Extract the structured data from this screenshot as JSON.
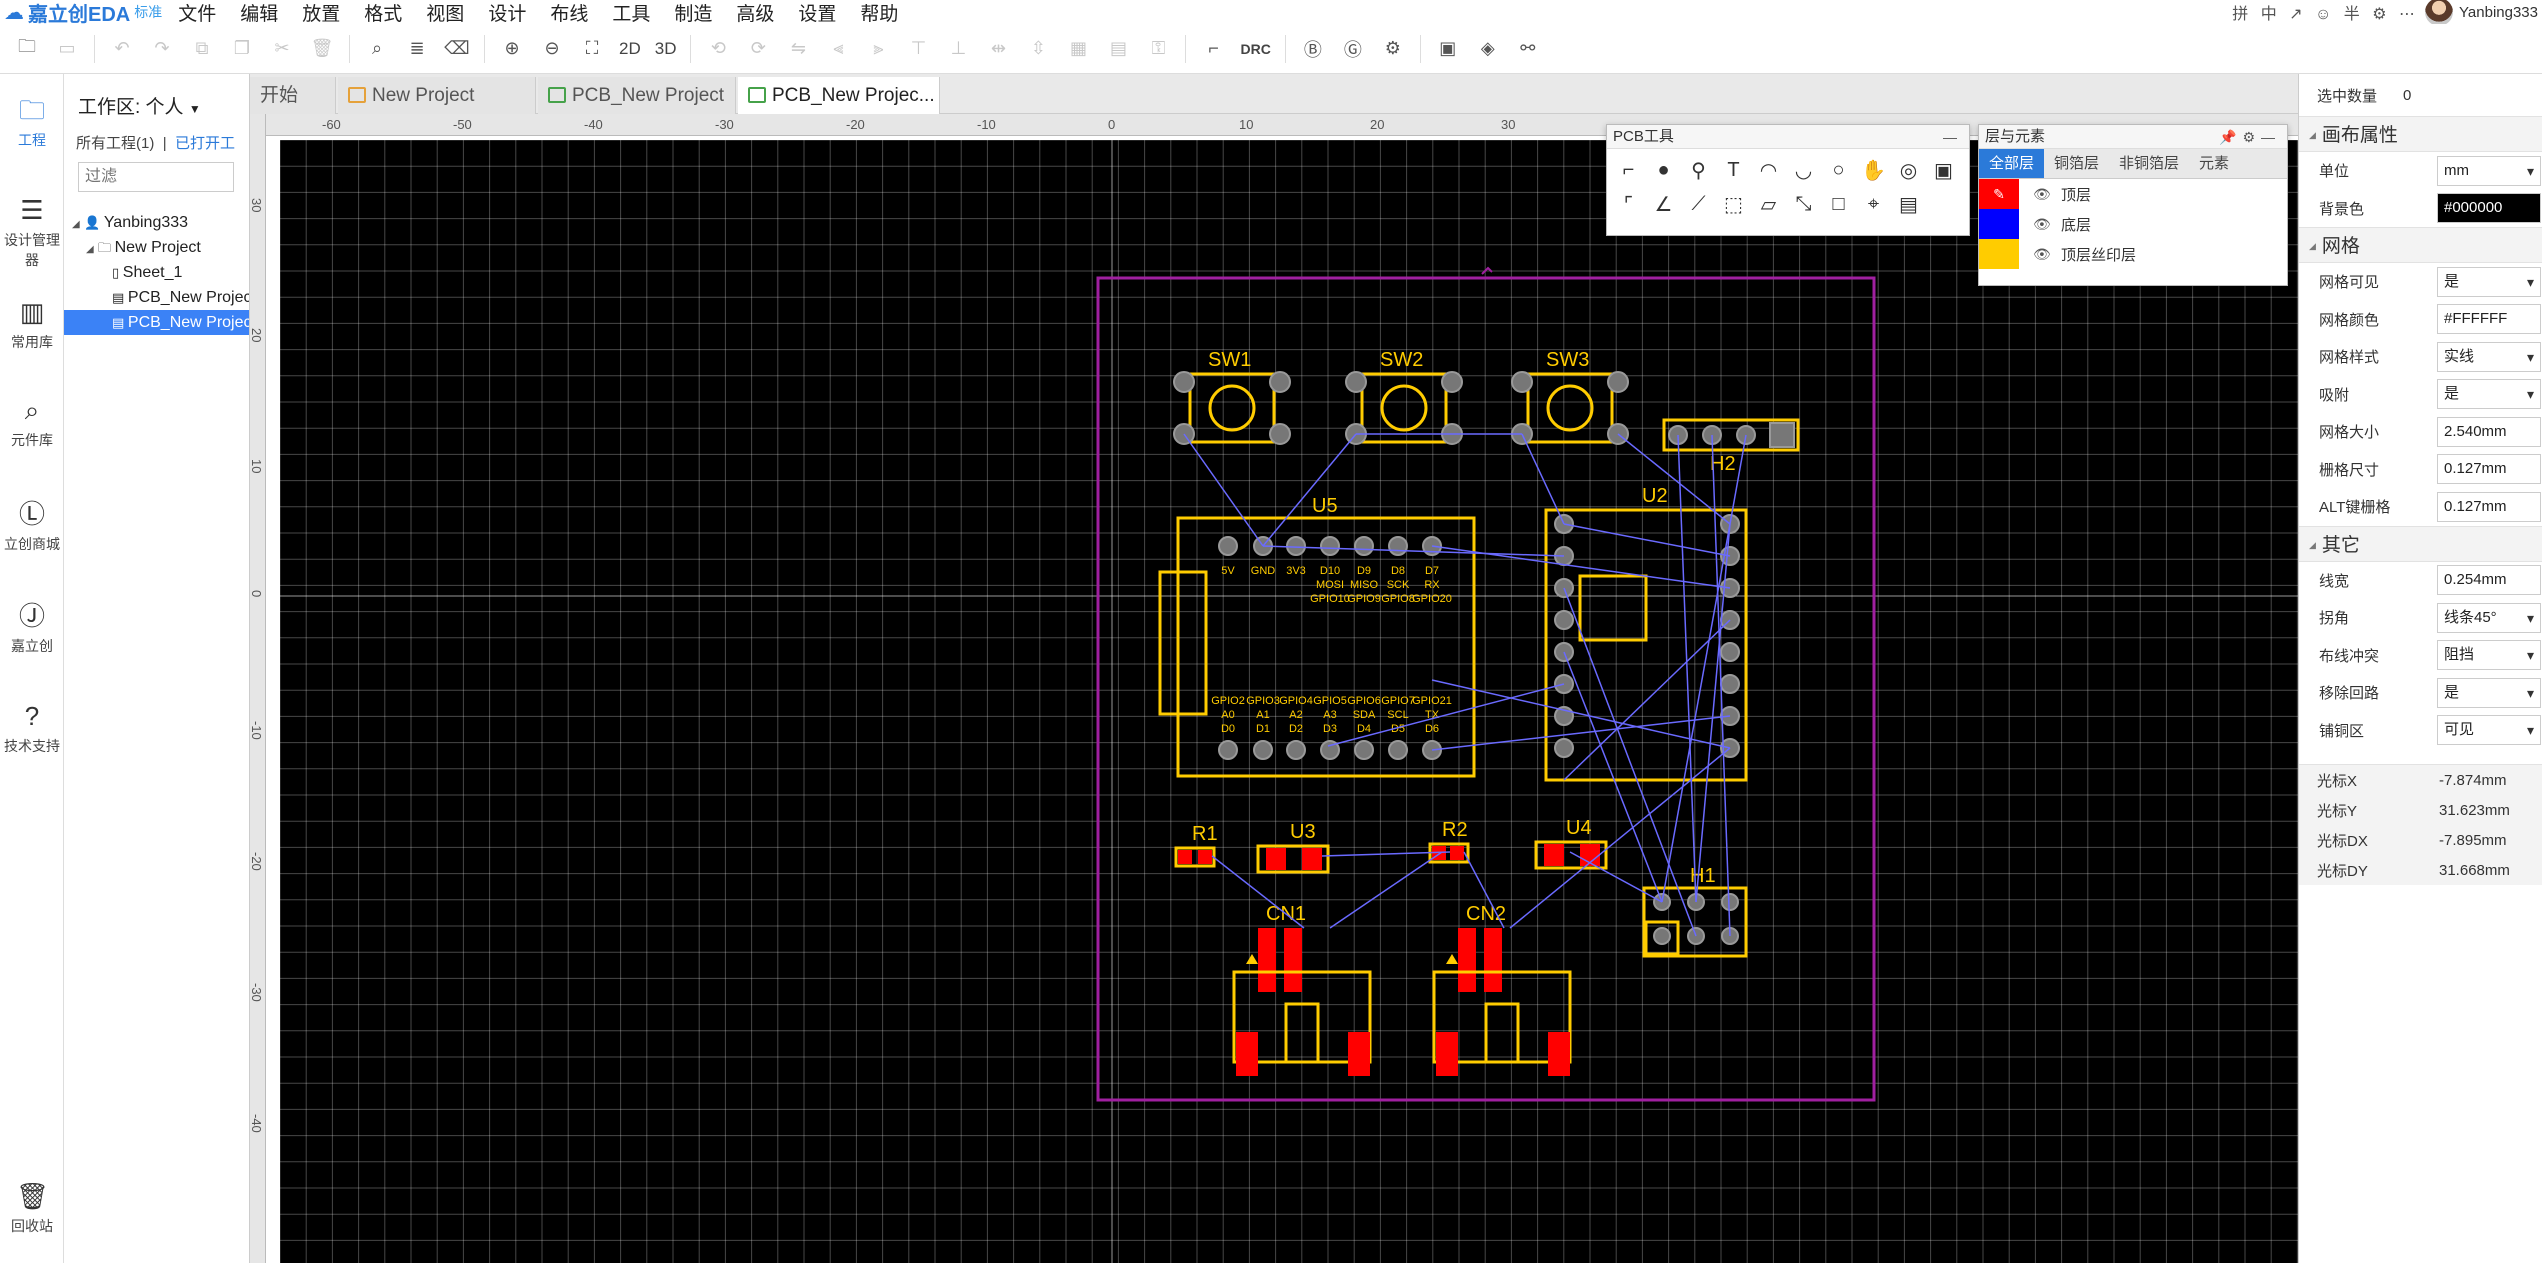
{
  "app": {
    "logo_text": "嘉立创EDA",
    "edition": "标准",
    "menu": [
      "文件",
      "编辑",
      "放置",
      "格式",
      "视图",
      "设计",
      "布线",
      "工具",
      "制造",
      "高级",
      "设置",
      "帮助"
    ],
    "user": "Yanbing333",
    "ime_status": "拼 中 ↗ ☺ 半 ⚙ ⋯"
  },
  "toolbar": {
    "btn_2d": "2D",
    "btn_3d": "3D",
    "btn_drc": "DRC"
  },
  "leftbar": [
    {
      "label": "工程",
      "icon": "folder-icon"
    },
    {
      "label": "设计管理器",
      "icon": "design-manager-icon"
    },
    {
      "label": "常用库",
      "icon": "common-library-icon"
    },
    {
      "label": "元件库",
      "icon": "component-search-icon"
    },
    {
      "label": "立创商城",
      "icon": "lcsc-icon"
    },
    {
      "label": "嘉立创",
      "icon": "jlc-icon"
    },
    {
      "label": "技术支持",
      "icon": "help-icon"
    },
    {
      "label": "回收站",
      "icon": "trash-icon"
    }
  ],
  "project": {
    "workspace": "工作区: 个人",
    "all_projects": "所有工程(1)",
    "separator": "|",
    "opened": "已打开工",
    "filter_placeholder": "过滤",
    "tree": [
      {
        "label": "Yanbing333",
        "level": 0
      },
      {
        "label": "New Project",
        "level": 1
      },
      {
        "label": "Sheet_1",
        "level": 2
      },
      {
        "label": "PCB_New Project",
        "level": 2
      },
      {
        "label": "PCB_New Project",
        "level": 2
      }
    ]
  },
  "tabs": [
    {
      "label": "开始"
    },
    {
      "label": "New Project"
    },
    {
      "label": "PCB_New Project"
    },
    {
      "label": "PCB_New Projec..."
    }
  ],
  "ruler": {
    "top": [
      "-60",
      "-50",
      "-40",
      "-30",
      "-20",
      "-10",
      "0",
      "10",
      "20",
      "30"
    ],
    "left": [
      "30",
      "20",
      "10",
      "0",
      "-10",
      "-20",
      "-30",
      "-40"
    ]
  },
  "pcb_tools": {
    "title": "PCB工具",
    "icons": [
      "wire-icon",
      "via-icon",
      "pad-icon",
      "text-icon",
      "arc-icon",
      "arc-ccw-icon",
      "circle-icon",
      "hand-icon",
      "hole-icon",
      "image-icon",
      "track-corner-icon",
      "dimension-icon",
      "connect-icon",
      "copper-area-icon",
      "solid-region-icon",
      "split-icon",
      "rect-icon",
      "canvas-origin-icon",
      "photo-icon"
    ]
  },
  "layers": {
    "title": "层与元素",
    "tabs": [
      "全部层",
      "铜箔层",
      "非铜箔层",
      "元素"
    ],
    "rows": [
      {
        "name": "顶层",
        "color": "#FF0000"
      },
      {
        "name": "底层",
        "color": "#0000FF"
      },
      {
        "name": "顶层丝印层",
        "color": "#FFCC00"
      }
    ]
  },
  "pcb": {
    "labels": [
      "SW1",
      "SW2",
      "SW3",
      "H2",
      "U5",
      "U2",
      "R1",
      "U3",
      "R2",
      "U4",
      "H1",
      "CN1",
      "CN2"
    ],
    "u5_top_pins": [
      "5V",
      "GND",
      "3V3",
      "D10",
      "D9",
      "D8",
      "D7"
    ],
    "u5_top_sub1": [
      "MOSI",
      "MISO",
      "SCK",
      "RX"
    ],
    "u5_top_sub2": [
      "GPIO10",
      "GPIO9",
      "GPIO8",
      "GPIO20"
    ],
    "u5_bottom_gpio": [
      "GPIO2",
      "GPIO3",
      "GPIO4",
      "GPIO5",
      "GPIO6",
      "GPIO7",
      "GPIO21"
    ],
    "u5_bottom_a": [
      "A0",
      "A1",
      "A2",
      "A3",
      "SDA",
      "SCL",
      "TX"
    ],
    "u5_bottom_d": [
      "D0",
      "D1",
      "D2",
      "D3",
      "D4",
      "D5",
      "D6"
    ],
    "colors": {
      "silk": "#FFCC00",
      "top": "#FF0000",
      "board": "#A020A0",
      "ratsnest": "#6A6AFF",
      "grid": "#FFFFFF"
    }
  },
  "properties": {
    "selected_label": "选中数量",
    "selected_count": "0",
    "sections": [
      {
        "title": "画布属性",
        "rows": [
          {
            "label": "单位",
            "value": "mm",
            "type": "select"
          },
          {
            "label": "背景色",
            "value": "#000000",
            "type": "color-dark"
          }
        ]
      },
      {
        "title": "网格",
        "rows": [
          {
            "label": "网格可见",
            "value": "是",
            "type": "select"
          },
          {
            "label": "网格颜色",
            "value": "#FFFFFF",
            "type": "color"
          },
          {
            "label": "网格样式",
            "value": "实线",
            "type": "select"
          },
          {
            "label": "吸附",
            "value": "是",
            "type": "select"
          },
          {
            "label": "网格大小",
            "value": "2.540mm",
            "type": "input"
          },
          {
            "label": "栅格尺寸",
            "value": "0.127mm",
            "type": "input"
          },
          {
            "label": "ALT键栅格",
            "value": "0.127mm",
            "type": "input"
          }
        ]
      },
      {
        "title": "其它",
        "rows": [
          {
            "label": "线宽",
            "value": "0.254mm",
            "type": "input"
          },
          {
            "label": "拐角",
            "value": "线条45°",
            "type": "select"
          },
          {
            "label": "布线冲突",
            "value": "阻挡",
            "type": "select"
          },
          {
            "label": "移除回路",
            "value": "是",
            "type": "select"
          },
          {
            "label": "铺铜区",
            "value": "可见",
            "type": "select"
          }
        ]
      }
    ],
    "readout": [
      {
        "label": "光标X",
        "value": "-7.874mm"
      },
      {
        "label": "光标Y",
        "value": "31.623mm"
      },
      {
        "label": "光标DX",
        "value": "-7.895mm"
      },
      {
        "label": "光标DY",
        "value": "31.668mm"
      }
    ]
  }
}
